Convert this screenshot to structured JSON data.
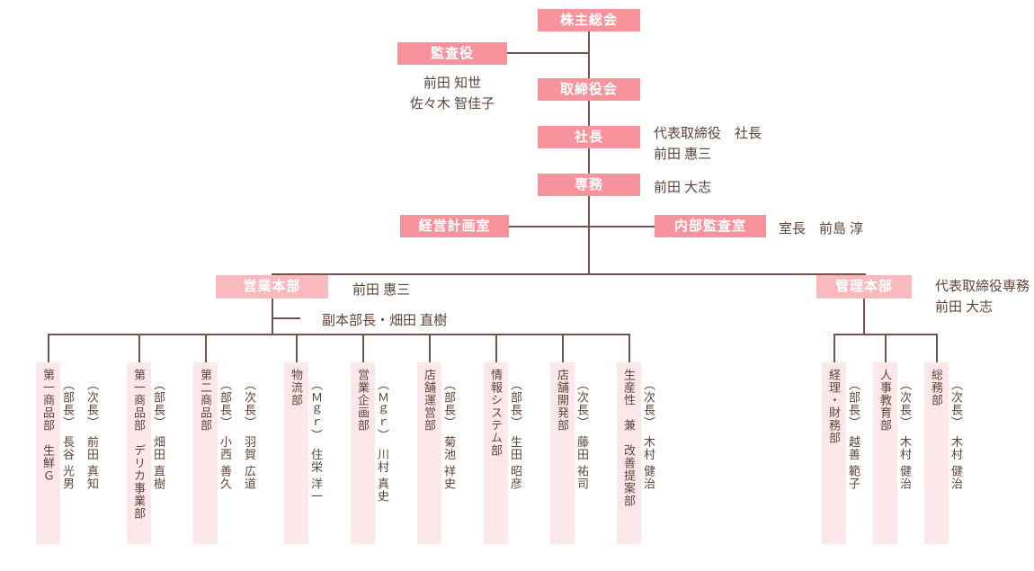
{
  "colors": {
    "box_dark": "#f6939c",
    "box_light": "#fab9be",
    "dept_strip": "#fce8ea",
    "line": "#6f554e",
    "text": "#5d4439",
    "box_text": "#ffffff",
    "background": "#ffffff"
  },
  "top": {
    "shareholders": "株主総会",
    "auditor": {
      "label": "監査役",
      "members": [
        "前田 知世",
        "佐々木 智佳子"
      ]
    },
    "board": "取締役会",
    "president": {
      "label": "社長",
      "note_line1": "代表取締役　社長",
      "note_line2": "前田 惠三"
    },
    "senior_md": {
      "label": "専務",
      "note": "前田 大志"
    },
    "planning_office": {
      "label": "経営計画室"
    },
    "internal_audit_office": {
      "label": "内部監査室",
      "note": "室長　前島 淳"
    }
  },
  "divisions": {
    "sales": {
      "label": "営業本部",
      "head_note": "前田 惠三",
      "deputy_note": "副本部長・畑田 直樹",
      "departments": [
        {
          "name": "第一商品部　生鮮Ｇ",
          "staff": [
            "（部長）　長谷 光男",
            "（次長）　前田 真知"
          ]
        },
        {
          "name": "第一商品部　デリカ事業部",
          "staff": [
            "（部長）　畑田 直樹"
          ]
        },
        {
          "name": "第二商品部",
          "staff": [
            "（部長）　小西 善久",
            "（次長）　羽賀 広道"
          ]
        },
        {
          "name": "物流部",
          "staff": [
            "（Ｍｇｒ）　住栄 洋一"
          ]
        },
        {
          "name": "営業企画部",
          "staff": [
            "（Ｍｇｒ）　川村 真史"
          ]
        },
        {
          "name": "店舗運営部",
          "staff": [
            "（部長）　菊池 祥史"
          ]
        },
        {
          "name": "情報システム部",
          "staff": [
            "（部長）　生田 昭彦"
          ]
        },
        {
          "name": "店舗開発部",
          "staff": [
            "（次長）　藤田 祐司"
          ]
        },
        {
          "name": "生産性　兼　改善提案部",
          "staff": [
            "（次長）　木村 健治"
          ]
        }
      ]
    },
    "admin": {
      "label": "管理本部",
      "note_line1": "代表取締役専務",
      "note_line2": "前田 大志",
      "departments": [
        {
          "name": "経理・財務部",
          "staff": [
            "（部長）　越善 範子"
          ]
        },
        {
          "name": "人事教育部",
          "staff": [
            "（次長）　木村 健治"
          ]
        },
        {
          "name": "総務部",
          "staff": [
            "（次長）　木村 健治"
          ]
        }
      ]
    }
  }
}
